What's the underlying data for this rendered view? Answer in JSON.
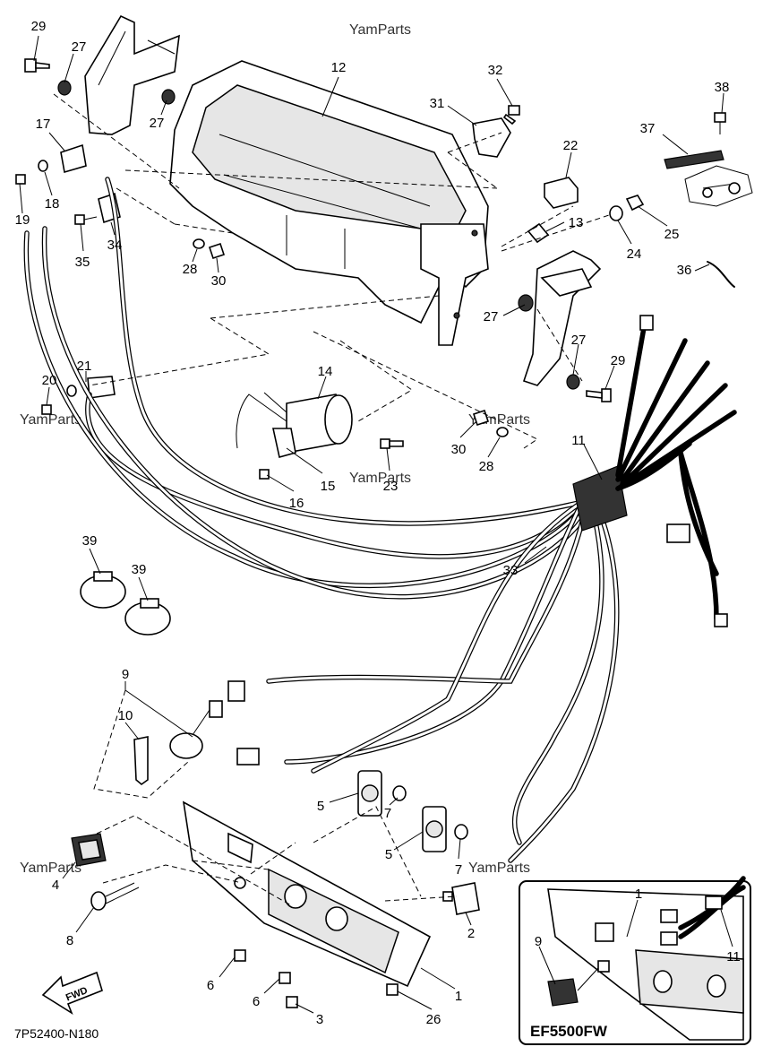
{
  "watermarks": [
    "YamParts",
    "YamParts",
    "YamParts",
    "YamParts",
    "YamParts",
    "YamParts"
  ],
  "diagram_code": "7P52400-N180",
  "inset_model": "EF5500FW",
  "fwd_label": "FWD",
  "callouts": [
    "29",
    "27",
    "27",
    "12",
    "32",
    "31",
    "38",
    "37",
    "17",
    "22",
    "18",
    "19",
    "34",
    "35",
    "13",
    "24",
    "25",
    "28",
    "30",
    "36",
    "27",
    "27",
    "29",
    "20",
    "21",
    "14",
    "30",
    "28",
    "11",
    "15",
    "16",
    "23",
    "39",
    "39",
    "33",
    "9",
    "10",
    "5",
    "7",
    "5",
    "7",
    "4",
    "8",
    "2",
    "6",
    "6",
    "3",
    "26",
    "1",
    "1",
    "9",
    "11"
  ]
}
